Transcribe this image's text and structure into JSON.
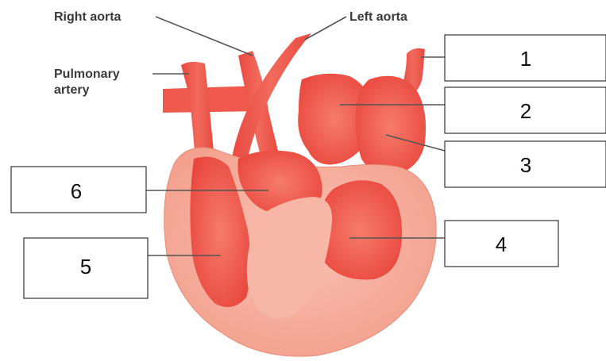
{
  "labels": {
    "right_aorta": "Right aorta",
    "left_aorta": "Left aorta",
    "pulmonary_line1": "Pulmonary",
    "pulmonary_line2": "artery"
  },
  "boxes": {
    "b1": "1",
    "b2": "2",
    "b3": "3",
    "b4": "4",
    "b5": "5",
    "b6": "6"
  },
  "colors": {
    "heart_outer": "#f6ad9b",
    "chamber_red": "#f05a4c",
    "vessel_red": "#ee4f44",
    "chamber_highlight": "#f89a8b"
  }
}
